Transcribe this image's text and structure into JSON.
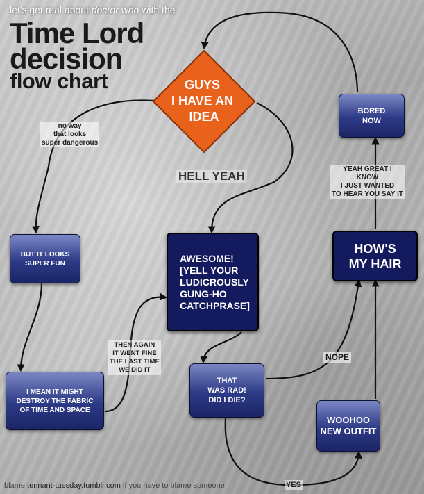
{
  "header": {
    "tagline_prefix": "let's get real about ",
    "tagline_show": "doctor who",
    "tagline_suffix": " with the",
    "title_line1": "Time Lord",
    "title_line2": "decision",
    "title_line3": "flow chart"
  },
  "nodes": {
    "start": "GUYS\nI HAVE AN\nIDEA",
    "bored": "BORED\nNOW",
    "looks_fun": "BUT IT LOOKS\nSUPER FUN",
    "awesome": "AWESOME!\n[YELL YOUR\nLUDICROUSLY\nGUNG-HO\nCATCHPRASE]",
    "hair": "HOW'S\nMY HAIR",
    "might_destroy": "I MEAN IT MIGHT\nDESTROY THE FABRIC\nOF TIME AND SPACE",
    "rad": "THAT\nWAS RAD!\nDID I DIE?",
    "outfit": "WOOHOO\nNEW OUTFIT"
  },
  "edge_labels": {
    "no_way": "no way\nthat looks\nsuper dangerous",
    "hell_yeah": "HELL YEAH",
    "yeah_great": "YEAH GREAT I\nKNOW\nI JUST WANTED\nTO HEAR YOU SAY IT",
    "then_again": "THEN AGAIN\nIT WENT FINE\nTHE LAST TIME\nWE DID IT",
    "nope": "NOPE",
    "yes": "YES"
  },
  "footer": {
    "prefix": "blame ",
    "site": "tennant-tuesday.tumblr.com",
    "suffix": " if you have to blame someone"
  },
  "colors": {
    "diamond_fill": "#e8621c",
    "box_dark": "#141a5e",
    "box_gradient_top": "#7b87c4",
    "arrow": "#111111"
  }
}
